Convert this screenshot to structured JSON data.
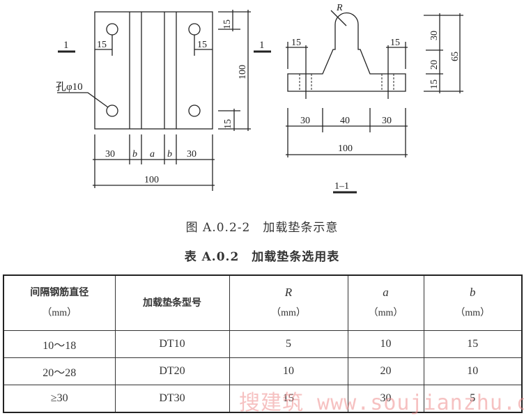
{
  "figure": {
    "plan_view": {
      "section_marker": "1",
      "hole_label": "孔φ10",
      "hole_offset_left": "15",
      "hole_offset_right": "15",
      "hole_offset_top": "15",
      "hole_offset_bottom": "15",
      "height": "100",
      "width_parts": [
        "30",
        "b",
        "a",
        "b",
        "30"
      ],
      "total_width": "100"
    },
    "section_view": {
      "section_marker": "1",
      "radius_label": "R",
      "hole_offset_left": "15",
      "hole_offset_right": "15",
      "height_parts": [
        "30",
        "20",
        "15"
      ],
      "total_height": "65",
      "width_parts": [
        "30",
        "40",
        "30"
      ],
      "total_width": "100",
      "section_title": "1–1"
    },
    "caption": "图 A.0.2-2　加载垫条示意"
  },
  "table": {
    "title": "表 A.0.2　加载垫条选用表",
    "headers": [
      {
        "label": "间隔钢筋直径",
        "unit": "（mm）"
      },
      {
        "label": "加载垫条型号",
        "unit": ""
      },
      {
        "label": "R",
        "unit": "（mm）"
      },
      {
        "label": "a",
        "unit": "（mm）"
      },
      {
        "label": "b",
        "unit": "（mm）"
      }
    ],
    "rows": [
      [
        "10～18",
        "DT10",
        "5",
        "10",
        "15"
      ],
      [
        "20～28",
        "DT20",
        "10",
        "20",
        "10"
      ],
      [
        "≥30",
        "DT30",
        "15",
        "30",
        "5"
      ]
    ]
  },
  "watermark": {
    "cn": "搜建筑",
    "url": " www.soujianzhu.cn"
  }
}
